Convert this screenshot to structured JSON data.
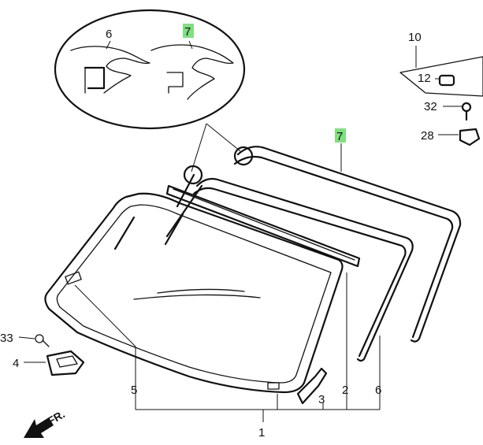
{
  "callouts": {
    "c1": "1",
    "c2": "2",
    "c3": "3",
    "c4": "4",
    "c5": "5",
    "c6": "6",
    "c7_main": "7",
    "c6_detail": "6",
    "c7_detail": "7",
    "c10": "10",
    "c12": "12",
    "c32": "32",
    "c28": "28",
    "c33": "33"
  },
  "direction_label": "FR.",
  "colors": {
    "highlight": "#7fe07f",
    "line": "#111111"
  }
}
